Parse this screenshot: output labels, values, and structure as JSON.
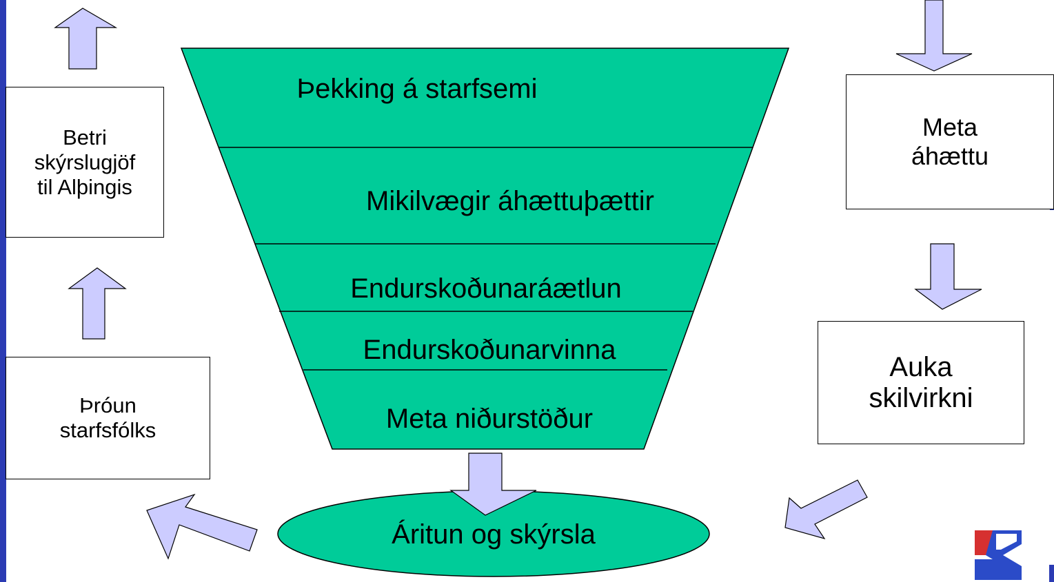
{
  "colors": {
    "funnel_fill": "#00CC99",
    "arrow_fill": "#CCCCFF",
    "left_bar": "#2B3BB3",
    "logo_blue": "#2B4BC8",
    "logo_red": "#D63030"
  },
  "funnel": {
    "layers": [
      "Þekking á starfsemi",
      "Mikilvægir áhættuþættir",
      "Endurskoðunaráætlun",
      "Endurskoðunarvinna",
      "Meta niðurstöður"
    ]
  },
  "output": "Áritun og skýrsla",
  "boxes": {
    "left_top": "Betri\nskýrslugjöf\ntil Alþingis",
    "left_bottom": "Þróun\nstarfsfólks",
    "right_top": "Meta\náhættu",
    "right_bottom": "Auka\nskilvirkni"
  },
  "logo_icon": "logo-icon"
}
